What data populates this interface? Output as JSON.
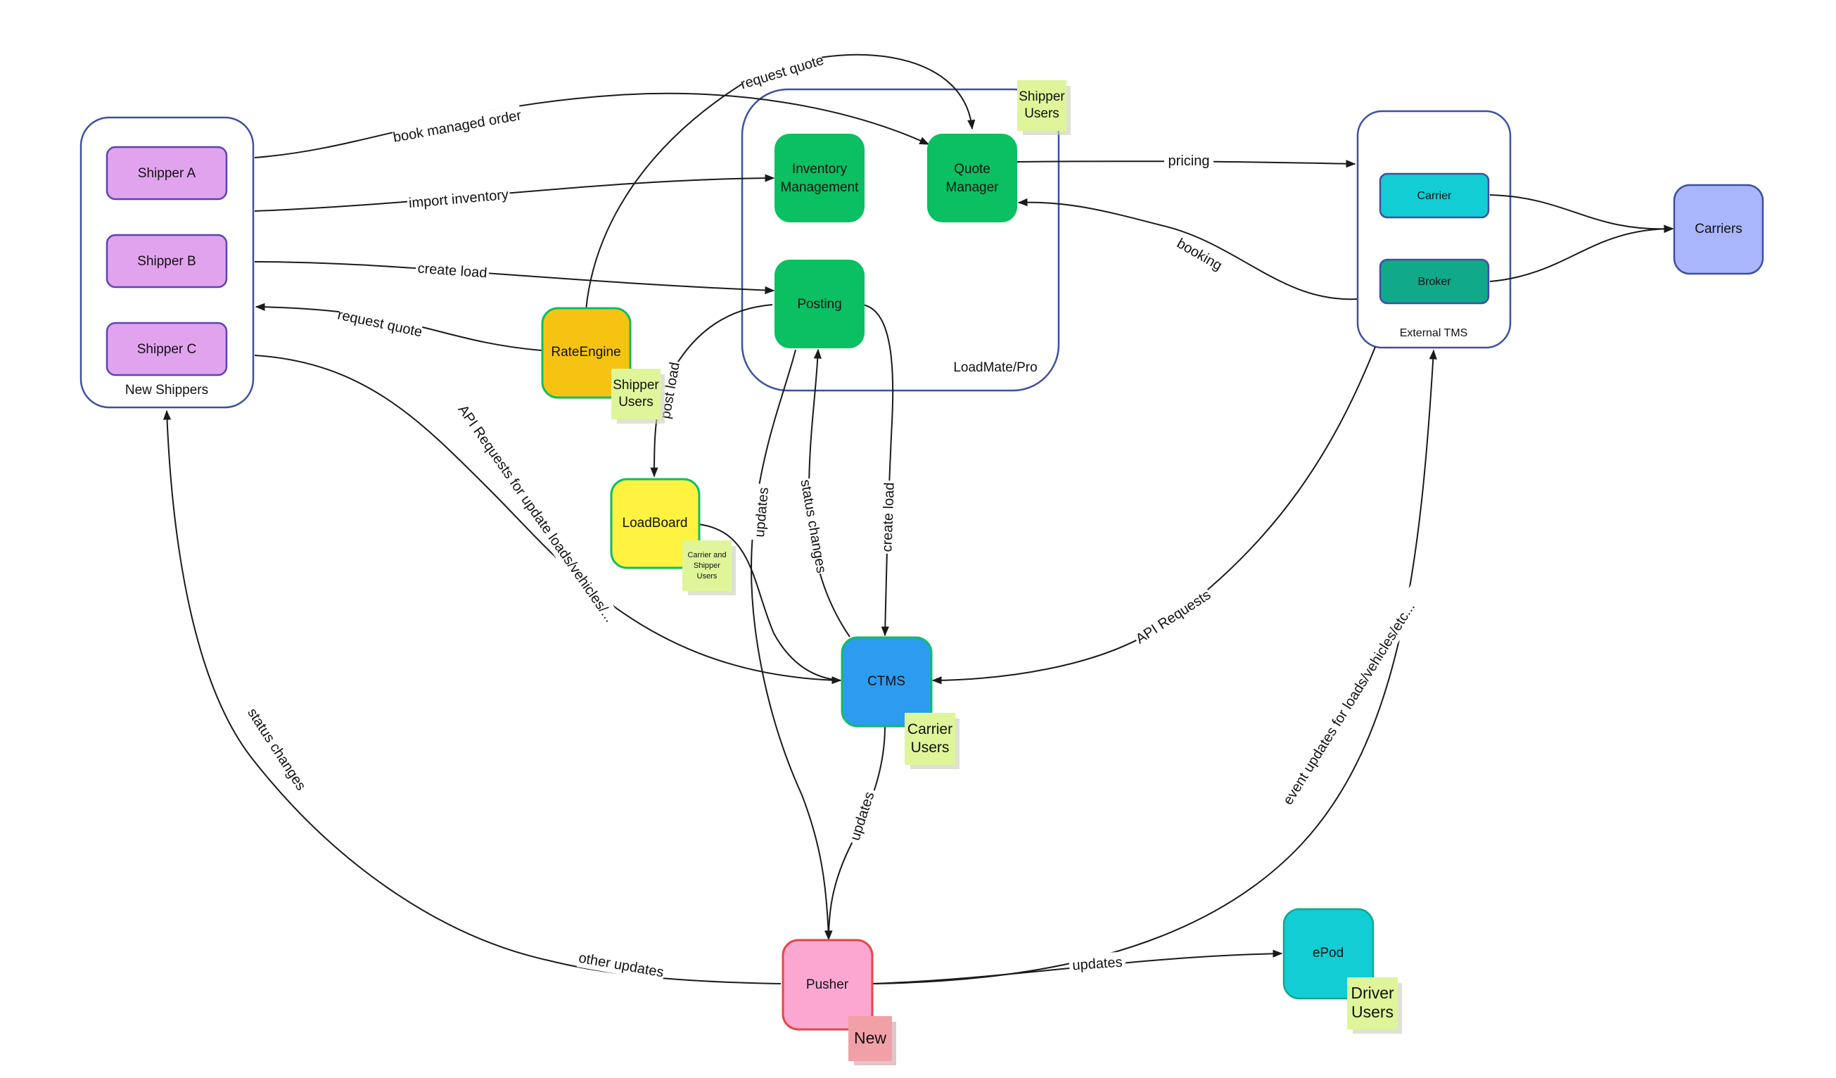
{
  "diagram": {
    "groups": {
      "new_shippers": "New Shippers",
      "loadmate": "LoadMate/Pro",
      "external_tms": "External TMS"
    },
    "nodes": {
      "shipper_a": "Shipper A",
      "shipper_b": "Shipper B",
      "shipper_c": "Shipper C",
      "inventory_1": "Inventory",
      "inventory_2": "Management",
      "quote_1": "Quote",
      "quote_2": "Manager",
      "posting": "Posting",
      "rate_engine": "RateEngine",
      "loadboard": "LoadBoard",
      "ctms": "CTMS",
      "pusher": "Pusher",
      "epod": "ePod",
      "carrier": "Carrier",
      "broker": "Broker",
      "carriers": "Carriers"
    },
    "stickies": {
      "shipper_users_top_1": "Shipper",
      "shipper_users_top_2": "Users",
      "shipper_users_rate_1": "Shipper",
      "shipper_users_rate_2": "Users",
      "loadboard_users_1": "Carrier and",
      "loadboard_users_2": "Shipper",
      "loadboard_users_3": "Users",
      "carrier_users_1": "Carrier",
      "carrier_users_2": "Users",
      "driver_users_1": "Driver",
      "driver_users_2": "Users",
      "new": "New"
    },
    "edges": {
      "book_managed_order": "book managed order",
      "request_quote_top": "request quote",
      "import_inventory": "import inventory",
      "create_load_left": "create load",
      "request_quote_left": "request quote",
      "pricing": "pricing",
      "booking": "booking",
      "post_load": "post load",
      "api_requests_update": "API Requests for update loads/vehicles/...",
      "updates_left": "updates",
      "status_changes_mid": "status changes",
      "create_load_mid": "create load",
      "api_requests": "API Requests",
      "updates_ctms": "updates",
      "status_changes_left": "status changes",
      "other_updates": "other updates",
      "event_updates": "event updates for loads/vehicles/etc...",
      "updates_epod": "updates"
    },
    "colors": {
      "group_border": "#3f4fa3",
      "shipper_fill": "#e2a3ee",
      "shipper_border": "#5a45b3",
      "loadmate_green": "#0bbf63",
      "rate_engine": "#f7c313",
      "loadboard": "#fff240",
      "ctms": "#2d9bf0",
      "pusher": "#fca7d2",
      "epod": "#12cdd4",
      "carrier": "#12cdd4",
      "broker": "#10a98a",
      "carriers": "#a9b6fb",
      "sticky": "#dff59a",
      "sticky_new": "#f2a0a8"
    }
  }
}
